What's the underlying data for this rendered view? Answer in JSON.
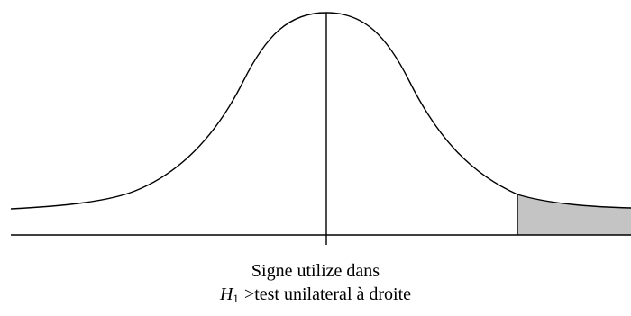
{
  "caption": {
    "line1": "Signe utilize dans",
    "hypothesis_letter": "H",
    "hypothesis_subscript": "1",
    "sign_symbol": ">",
    "line2_rest": "test  unilateral à droite"
  },
  "colors": {
    "curve": "#000000",
    "axis": "#000000",
    "rejection_region_fill": "#c4c4c4",
    "rejection_region_edge": "#3a3a3a",
    "background": "#ffffff"
  }
}
